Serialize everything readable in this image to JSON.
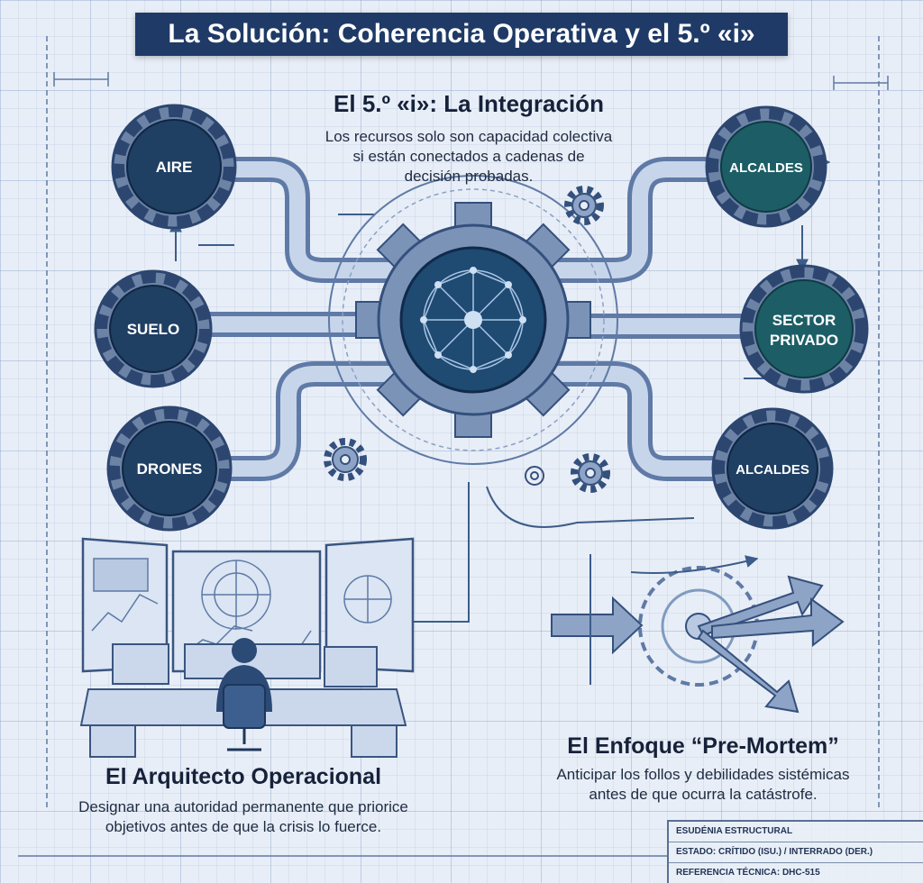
{
  "title": "La Solución: Coherencia Operativa y el 5.º «i»",
  "integration": {
    "heading": "El 5.º «i»: La Integración",
    "body_line1": "Los recursos solo son capacidad colectiva",
    "body_line2": "si están conectados a cadenas de",
    "body_line3": "decisión probadas."
  },
  "gears": {
    "left_top": "AIRE",
    "left_middle": "SUELO",
    "left_bottom": "DRONES",
    "right_top": "ALCALDES",
    "right_middle_line1": "SECTOR",
    "right_middle_line2": "PRIVADO",
    "right_bottom": "ALCALDES"
  },
  "architect": {
    "heading": "El Arquitecto Operacional",
    "body_line1": "Designar una autoridad permanente que priorice",
    "body_line2": "objetivos antes de que la crisis lo fuerce."
  },
  "premortem": {
    "heading": "El Enfoque “Pre-Mortem”",
    "body_line1": "Anticipar los follos y debilidades sistémicas",
    "body_line2": "antes de que ocurra la catástrofe."
  },
  "title_block": {
    "row1": "ESUDÉNIA ESTRUCTURAL",
    "row2": "ESTADO: CRÍTIDO (ISU.) / INTERRADO (DER.)",
    "row3": "REFERENCIA TÉCNICA: DHC-515"
  },
  "colors": {
    "navy": "#1f3a66",
    "gear_dark": "#1f3f63",
    "gear_teal": "#1d5e66",
    "gear_ring": "#6d83a6",
    "pipe": "#7f9bc0"
  }
}
